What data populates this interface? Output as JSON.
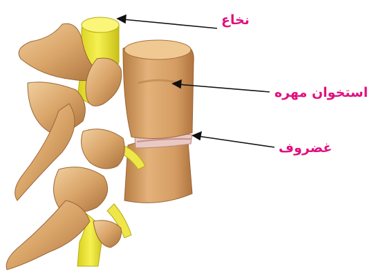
{
  "labels": {
    "spinal_cord": "نخاع",
    "vertebra_bone": "استخوان مهره",
    "cartilage": "غضروف"
  },
  "colors": {
    "label": "#e0117f",
    "bone": "#d9a468",
    "bone_shadow": "#a8713d",
    "bone_highlight": "#f1cf9f",
    "nerve": "#f2ec3a",
    "disc": "#e9c9c3",
    "arrow": "#111111"
  }
}
